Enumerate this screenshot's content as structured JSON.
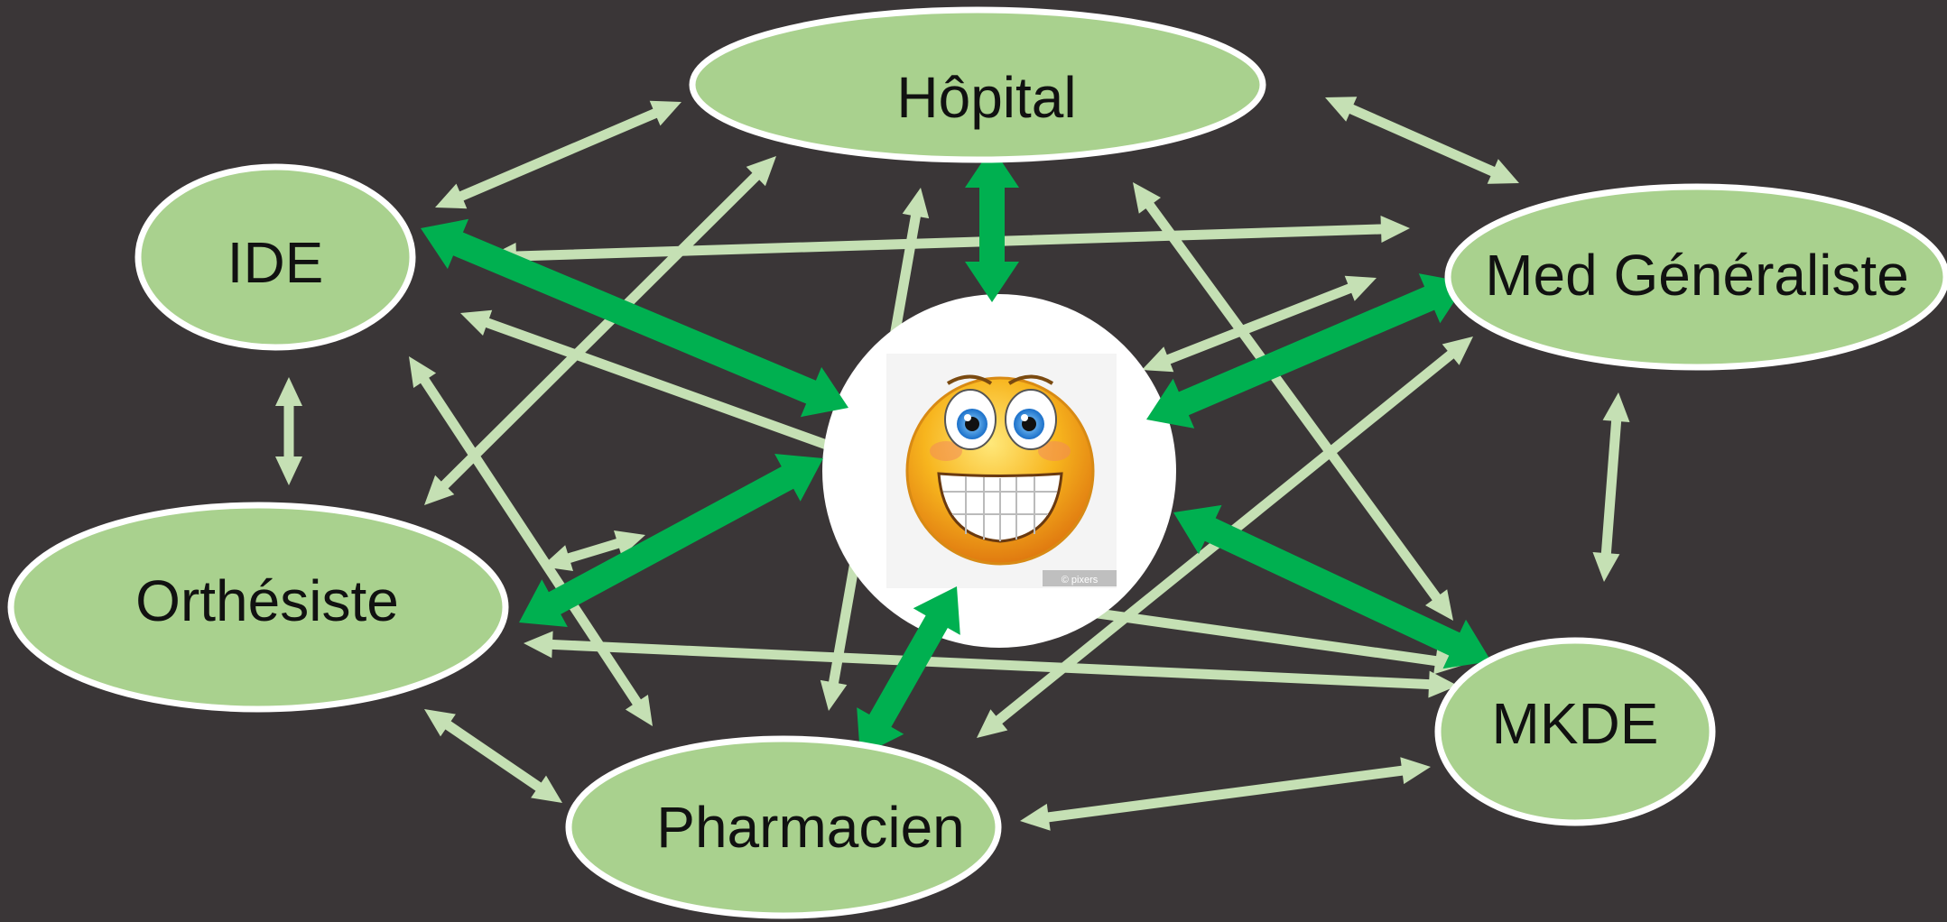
{
  "nodes": {
    "hopital": {
      "label": "Hôpital"
    },
    "ide": {
      "label": "IDE"
    },
    "med_generaliste": {
      "label": "Med Généraliste"
    },
    "orthesiste": {
      "label": "Orthésiste"
    },
    "mkde": {
      "label": "MKDE"
    },
    "pharmacien": {
      "label": "Pharmacien"
    }
  },
  "center": {
    "icon": "smiling-face-icon",
    "watermark": "© pixers"
  },
  "colors": {
    "background": "#3a3637",
    "node_fill": "#a9d18e",
    "node_border": "#ffffff",
    "thin_arrow": "#c5e0b4",
    "thick_arrow": "#00b050",
    "center_fill": "#ffffff"
  }
}
